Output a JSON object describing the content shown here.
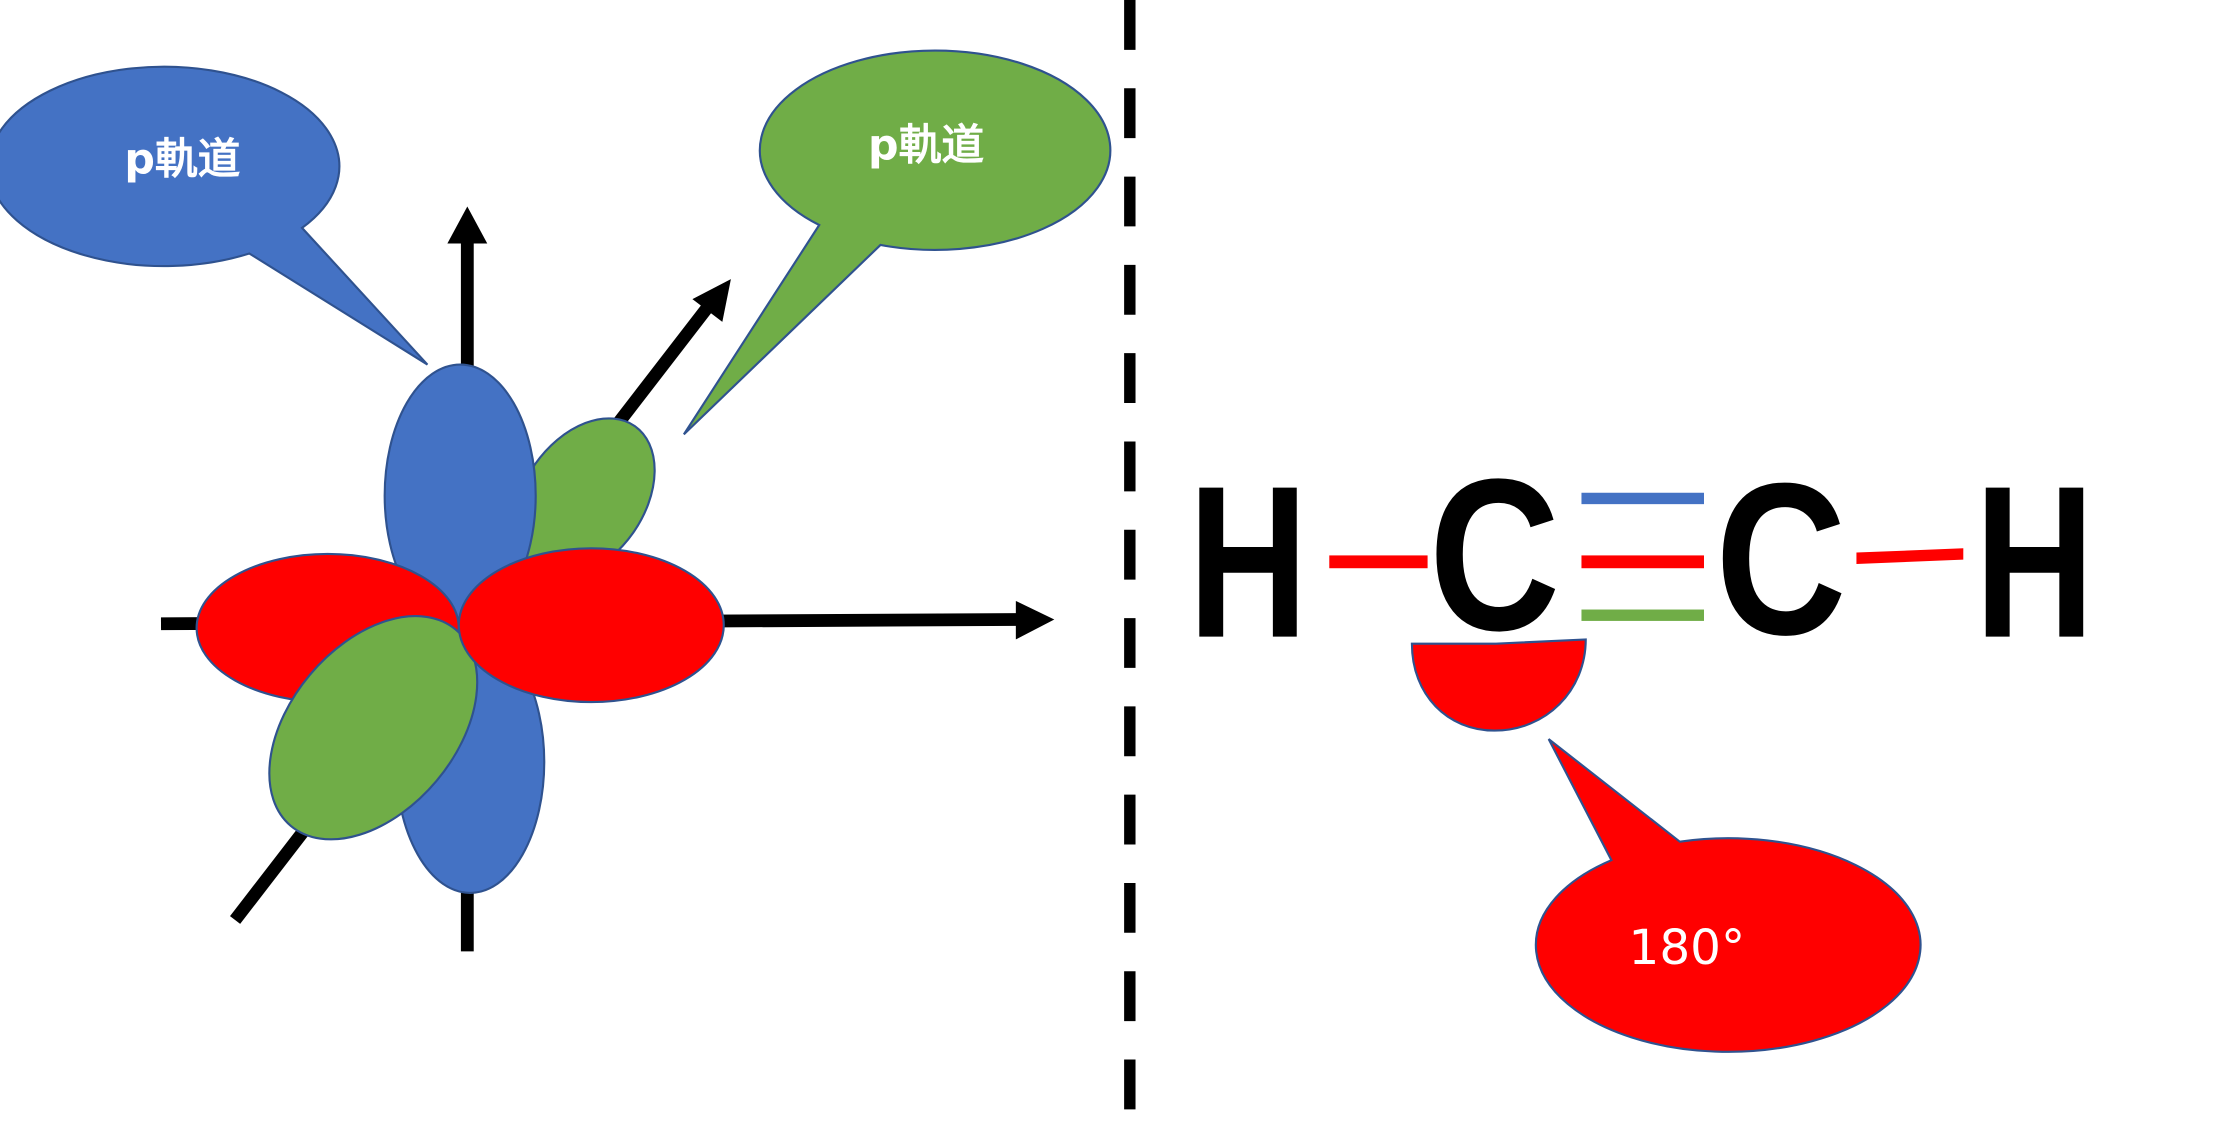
{
  "left_panel": {
    "callout_blue": "p軌道",
    "callout_green": "p軌道"
  },
  "right_panel": {
    "atoms": [
      "H",
      "C",
      "C",
      "H"
    ],
    "angle_callout": "180°"
  },
  "colors": {
    "blue": "#4472C4",
    "green": "#70AD47",
    "red": "#FF0000",
    "outline": "#2F528F"
  }
}
